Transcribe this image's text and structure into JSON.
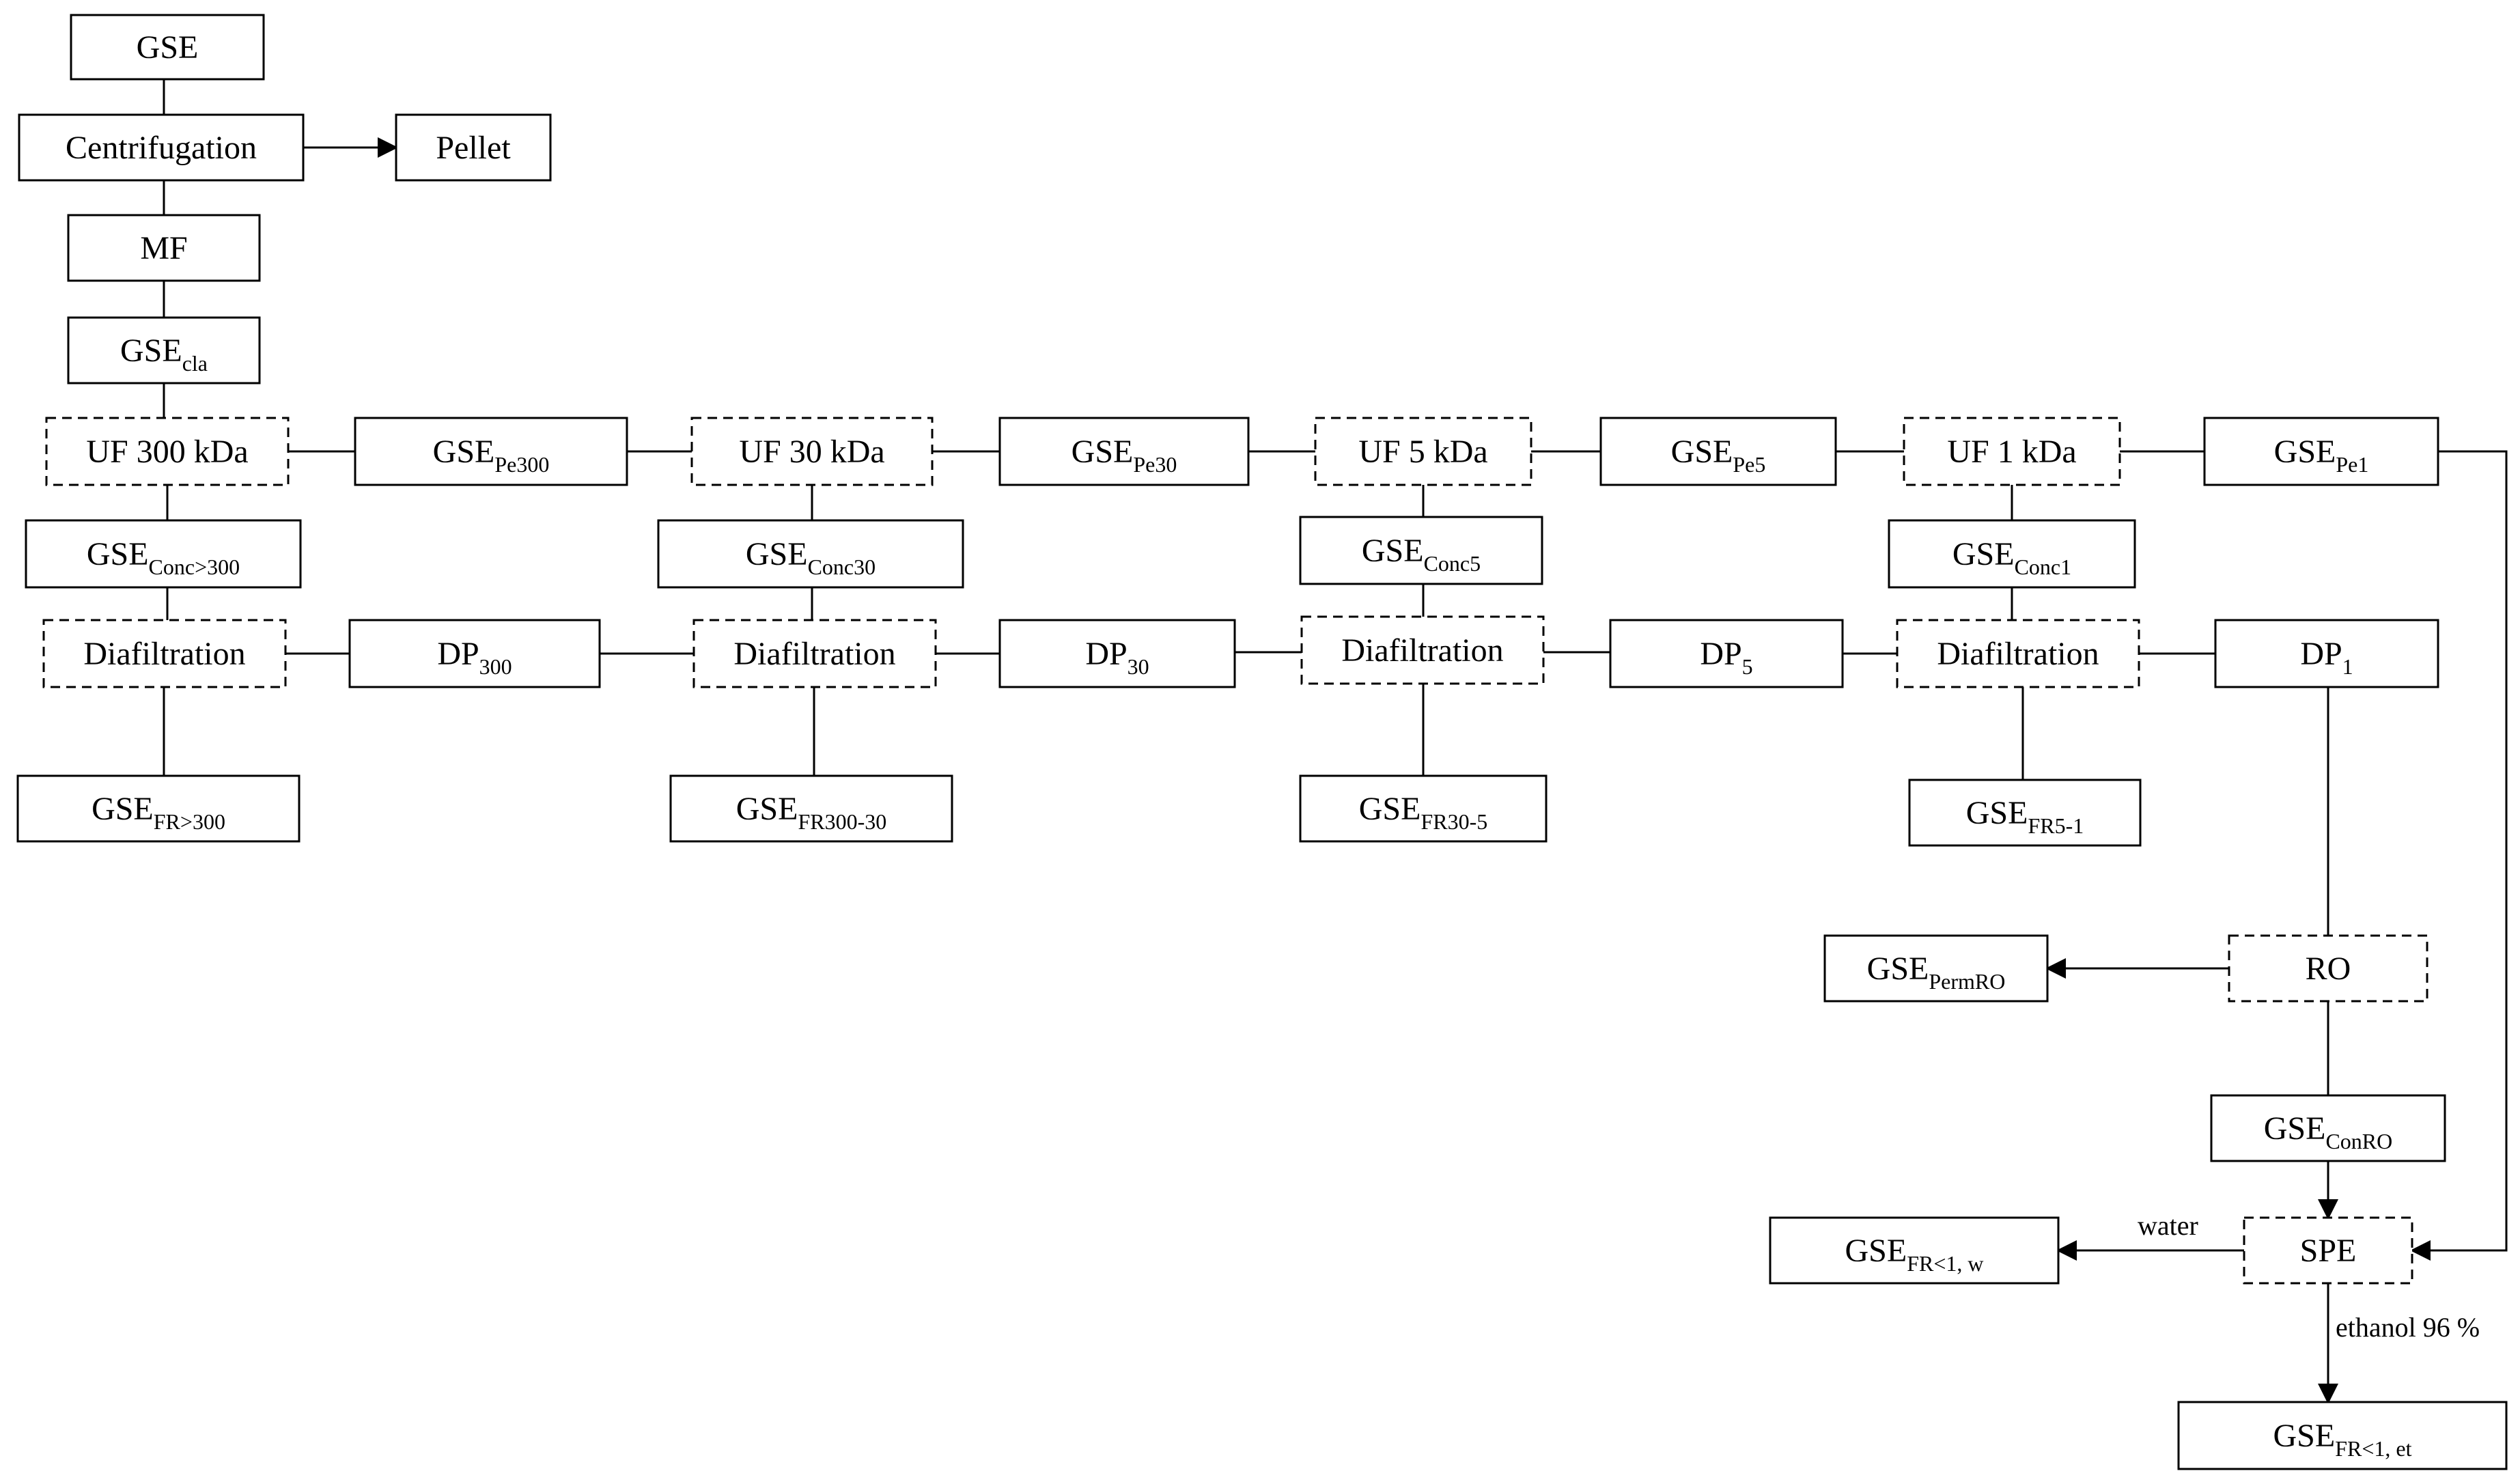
{
  "nodes": {
    "gse": {
      "label": "GSE",
      "sub": "",
      "dashed": false
    },
    "centrifugation": {
      "label": "Centrifugation",
      "sub": "",
      "dashed": false
    },
    "pellet": {
      "label": "Pellet",
      "sub": "",
      "dashed": false
    },
    "mf": {
      "label": "MF",
      "sub": "",
      "dashed": false
    },
    "gse_cla": {
      "label": "GSE",
      "sub": "cla",
      "dashed": false
    },
    "uf300": {
      "label": "UF 300 kDa",
      "sub": "",
      "dashed": true
    },
    "gse_pe300": {
      "label": "GSE",
      "sub": "Pe300",
      "dashed": false
    },
    "uf30": {
      "label": "UF 30 kDa",
      "sub": "",
      "dashed": true
    },
    "gse_pe30": {
      "label": "GSE",
      "sub": "Pe30",
      "dashed": false
    },
    "uf5": {
      "label": "UF 5 kDa",
      "sub": "",
      "dashed": true
    },
    "gse_pe5": {
      "label": "GSE",
      "sub": "Pe5",
      "dashed": false
    },
    "uf1": {
      "label": "UF 1 kDa",
      "sub": "",
      "dashed": true
    },
    "gse_pe1": {
      "label": "GSE",
      "sub": "Pe1",
      "dashed": false
    },
    "gse_conc300": {
      "label": "GSE",
      "sub": "Conc>300",
      "dashed": false
    },
    "gse_conc30": {
      "label": "GSE",
      "sub": "Conc30",
      "dashed": false
    },
    "gse_conc5": {
      "label": "GSE",
      "sub": "Conc5",
      "dashed": false
    },
    "gse_conc1": {
      "label": "GSE",
      "sub": "Conc1",
      "dashed": false
    },
    "dia300": {
      "label": "Diafiltration",
      "sub": "",
      "dashed": true
    },
    "dp300": {
      "label": "DP",
      "sub": "300",
      "dashed": false
    },
    "dia30": {
      "label": "Diafiltration",
      "sub": "",
      "dashed": true
    },
    "dp30": {
      "label": "DP",
      "sub": "30",
      "dashed": false
    },
    "dia5": {
      "label": "Diafiltration",
      "sub": "",
      "dashed": true
    },
    "dp5": {
      "label": "DP",
      "sub": "5",
      "dashed": false
    },
    "dia1": {
      "label": "Diafiltration",
      "sub": "",
      "dashed": true
    },
    "dp1": {
      "label": "DP",
      "sub": "1",
      "dashed": false
    },
    "gse_fr300": {
      "label": "GSE",
      "sub": "FR>300",
      "dashed": false
    },
    "gse_fr300_30": {
      "label": "GSE",
      "sub": "FR300-30",
      "dashed": false
    },
    "gse_fr30_5": {
      "label": "GSE",
      "sub": "FR30-5",
      "dashed": false
    },
    "gse_fr5_1": {
      "label": "GSE",
      "sub": "FR5-1",
      "dashed": false
    },
    "gse_permro": {
      "label": "GSE",
      "sub": "PermRO",
      "dashed": false
    },
    "ro": {
      "label": "RO",
      "sub": "",
      "dashed": true
    },
    "gse_conro": {
      "label": "GSE",
      "sub": "ConRO",
      "dashed": false
    },
    "gse_fr1w": {
      "label": "GSE",
      "sub": "FR<1, w",
      "dashed": false
    },
    "spe": {
      "label": "SPE",
      "sub": "",
      "dashed": true
    },
    "gse_fr1et": {
      "label": "GSE",
      "sub": "FR<1, et",
      "dashed": false
    }
  },
  "edge_labels": {
    "water": "water",
    "ethanol": "ethanol 96 %"
  }
}
